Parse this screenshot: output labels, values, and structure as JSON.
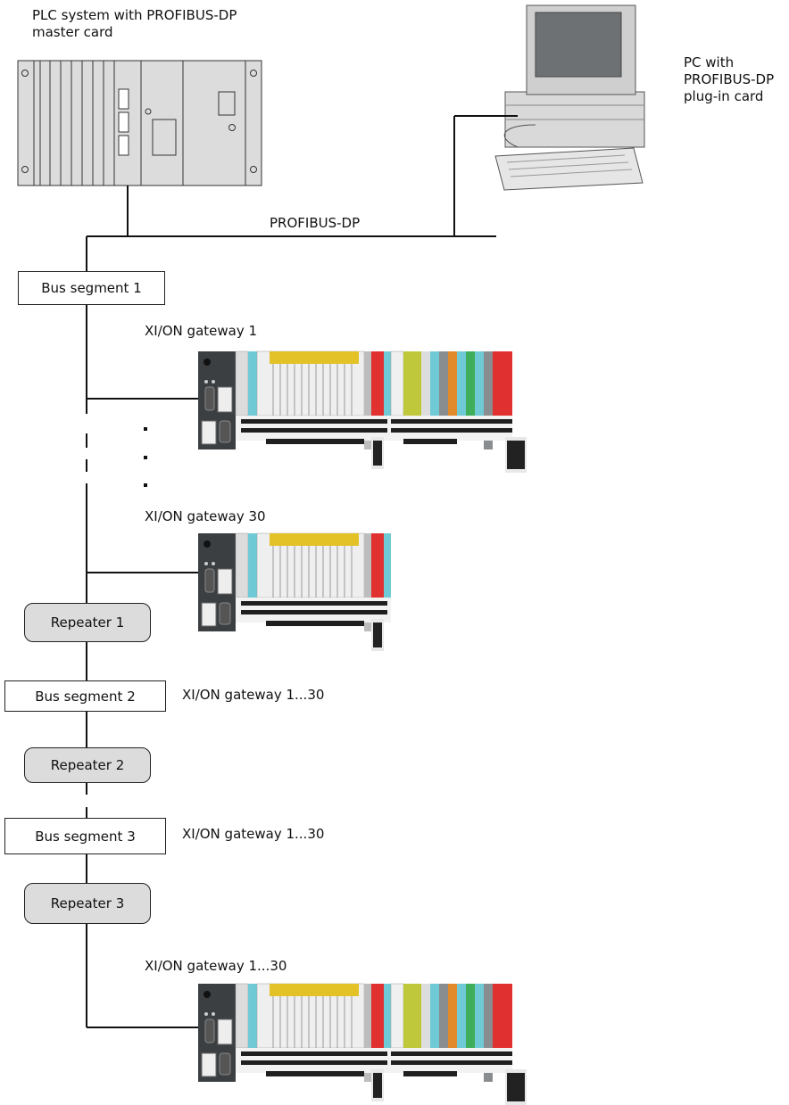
{
  "plc": {
    "label_line1": "PLC system with PROFIBUS-DP",
    "label_line2": "master card"
  },
  "pc": {
    "label_line1": "PC with",
    "label_line2": "PROFIBUS-DP",
    "label_line3": "plug-in card"
  },
  "bus": {
    "label": "PROFIBUS-DP"
  },
  "segments": [
    {
      "name": "Bus segment 1"
    },
    {
      "name": "Bus segment 2",
      "gateway_label": "XI/ON gateway 1...30"
    },
    {
      "name": "Bus segment 3",
      "gateway_label": "XI/ON gateway 1...30"
    }
  ],
  "repeaters": [
    "Repeater 1",
    "Repeater 2",
    "Repeater 3"
  ],
  "gateways": [
    {
      "label": "XI/ON gateway 1",
      "layout": "full"
    },
    {
      "label": "XI/ON gateway 30",
      "layout": "short"
    },
    {
      "label": "XI/ON gateway 1...30",
      "layout": "full"
    }
  ],
  "colors": {
    "yellow": "#e2c227",
    "red": "#e0302f",
    "cyan": "#6fcad6",
    "olive": "#bfc83a",
    "orange": "#e08a2c",
    "green": "#3fae5a",
    "dark": "#3a3d3f",
    "gray": "#8a8d90"
  }
}
